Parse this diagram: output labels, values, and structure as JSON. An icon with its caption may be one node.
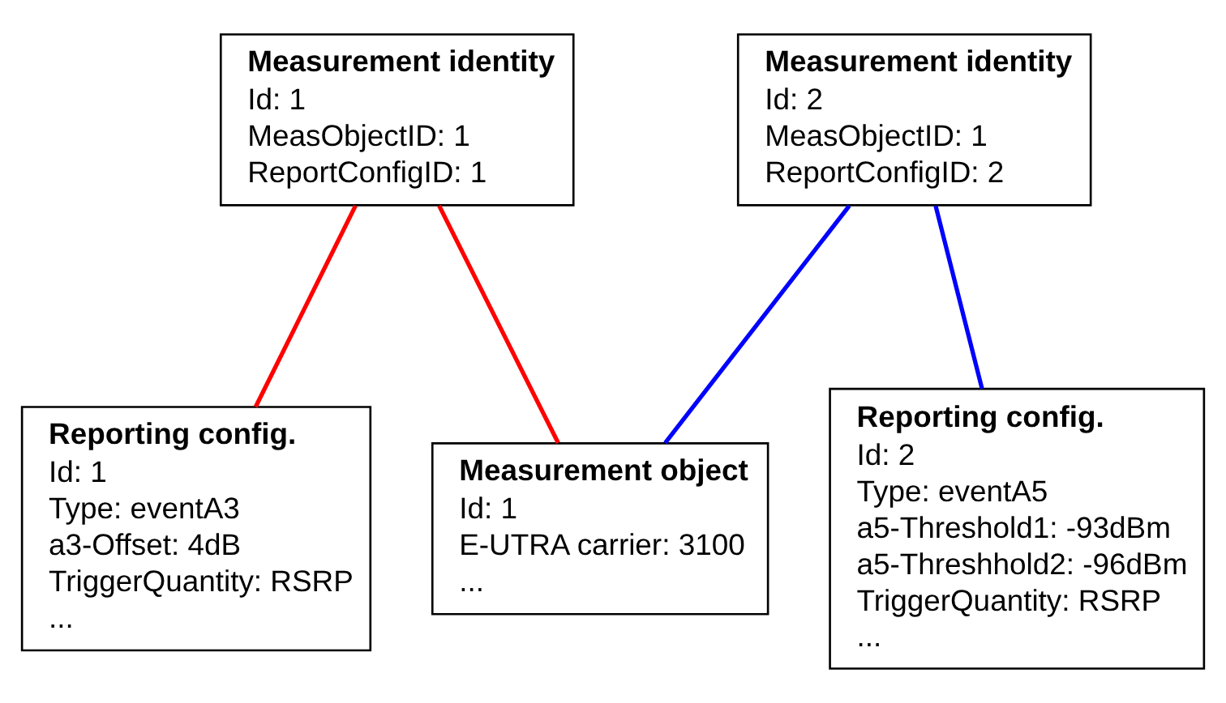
{
  "diagram": {
    "nodes": [
      {
        "text": [
          "Measurement identity",
          "Id: 1",
          "MeasObjectID: 1",
          "ReportConfigID: 1"
        ]
      },
      {
        "text": [
          "Measurement identity",
          "Id: 2",
          "MeasObjectID: 1",
          "ReportConfigID: 2"
        ]
      },
      {
        "text": [
          "Reporting config.",
          "Id: 1",
          "Type: eventA3",
          "a3-Offset: 4dB",
          "TriggerQuantity: RSRP",
          "..."
        ]
      },
      {
        "text": [
          "Reporting config.",
          "Id: 2",
          "Type: eventA5",
          "a5-Threshold1: -93dBm",
          "a5-Threshhold2: -96dBm",
          "TriggerQuantity: RSRP",
          "..."
        ]
      },
      {
        "text": [
          "Measurement object",
          "Id: 1",
          "E-UTRA carrier: 3100",
          "..."
        ]
      }
    ],
    "edges": [
      {
        "from": 0,
        "to": 2,
        "arrow": "none",
        "color": "#ff0000"
      },
      {
        "from": 0,
        "to": 4,
        "arrow": "none",
        "color": "#ff0000"
      },
      {
        "from": 1,
        "to": 3,
        "arrow": "none",
        "color": "#0000ff"
      },
      {
        "from": 1,
        "to": 4,
        "arrow": "none",
        "color": "#0000ff"
      }
    ]
  }
}
